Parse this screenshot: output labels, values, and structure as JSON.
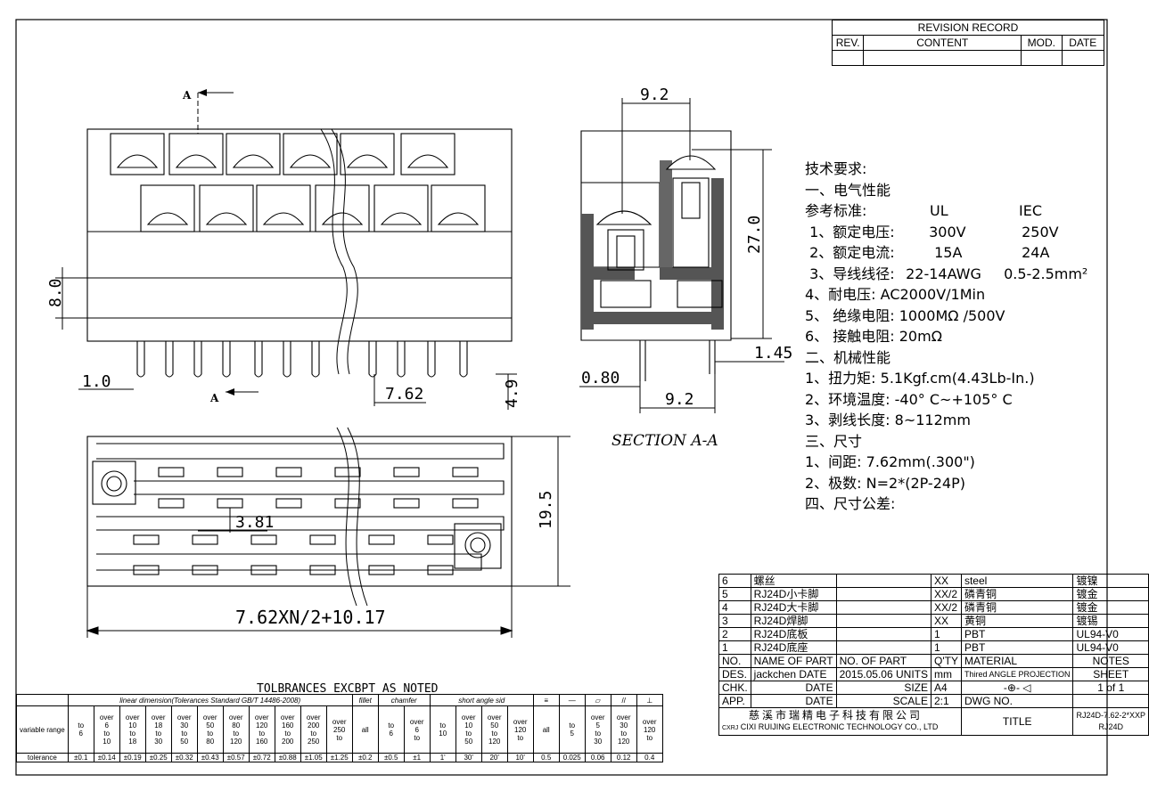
{
  "revision": {
    "title": "REVISION RECORD",
    "headers": [
      "REV.",
      "CONTENT",
      "MOD.",
      "DATE"
    ]
  },
  "views": {
    "section_marker": "A",
    "section_title": "SECTION A-A"
  },
  "dimensions": {
    "front_height": "8.0",
    "pin_width": "1.0",
    "pitch": "7.62",
    "pin_length": "4.9",
    "bottom_offset": "3.81",
    "bottom_height": "19.5",
    "bottom_length": "7.62XN/2+10.17",
    "side_width": "9.2",
    "side_height": "27.0",
    "side_pin_width": "0.80",
    "side_pin_offset": "9.2",
    "side_pin_thickness": "1.45"
  },
  "requirements": {
    "heading": "技术要求:",
    "electrical": "一、电气性能",
    "reference": "参考标准:",
    "ul": "UL",
    "iec": "IEC",
    "r1_label": "1、额定电压:",
    "r1_ul": "300V",
    "r1_iec": "250V",
    "r2_label": "2、额定电流:",
    "r2_ul": "15A",
    "r2_iec": "24A",
    "r3_label": "3、导线线径:",
    "r3_ul": "22-14AWG",
    "r3_iec": "0.5-2.5mm²",
    "r4": "4、耐电压:    AC2000V/1Min",
    "r5": "5、 绝缘电阻: 1000MΩ /500V",
    "r6": "6、 接触电阻: 20mΩ",
    "mechanical": "二、机械性能",
    "m1": "1、扭力矩:   5.1Kgf.cm(4.43Lb-In.)",
    "m2": "2、环境温度: -40° C~+105° C",
    "m3": "3、剥线长度: 8~112mm",
    "size": "三、尺寸",
    "s1": "1、间距: 7.62mm(.300\")",
    "s2": "2、极数: N=2*(2P-24P)",
    "tolerance": "四、尺寸公差:"
  },
  "bom": [
    {
      "no": "6",
      "name": "螺丝",
      "qty": "XX",
      "material": "steel",
      "notes": "镀镍"
    },
    {
      "no": "5",
      "name": "RJ24D小卡脚",
      "qty": "XX/2",
      "material": "磷青铜",
      "notes": "镀金"
    },
    {
      "no": "4",
      "name": "RJ24D大卡脚",
      "qty": "XX/2",
      "material": "磷青铜",
      "notes": "镀金"
    },
    {
      "no": "3",
      "name": "RJ24D焊脚",
      "qty": "XX",
      "material": "黄铜",
      "notes": "镀锡"
    },
    {
      "no": "2",
      "name": "RJ24D底板",
      "qty": "1",
      "material": "PBT",
      "notes": "UL94-V0"
    },
    {
      "no": "1",
      "name": "RJ24D底座",
      "qty": "1",
      "material": "PBT",
      "notes": "UL94-V0"
    }
  ],
  "titleblock": {
    "h_no": "NO.",
    "h_name": "NAME OF PART",
    "h_no_of": "NO. OF PART",
    "h_qty": "Q'TY",
    "h_material": "MATERIAL",
    "h_notes": "NOTES",
    "des": "DES.",
    "designer": "jackchen",
    "date_label": "DATE",
    "date": "2015.05.06",
    "units_label": "UNITS",
    "units": "mm",
    "projection": "Thired ANGLE PROJECTION",
    "sheet_label": "SHEET",
    "chk": "CHK.",
    "size_label": "SIZE",
    "size": "A4",
    "sheet": "1 of 1",
    "app": "APP.",
    "scale_label": "SCALE",
    "scale": "2:1",
    "dwg_label": "DWG NO.",
    "company_cn": "慈溪市瑞精电子科技有限公司",
    "company_en": "CIXI RUIJING ELECTRONIC TECHNOLOGY CO., LTD",
    "logo_text": "CXRJ",
    "title_label": "TITLE",
    "part_no": "RJ24D-7.62-2*XXP",
    "part_short": "RJ24D"
  },
  "tolerance": {
    "title": "TOLBRANCES EXCBPT AS NOTED",
    "linear": "linear dimension(Tolerances Standard GB/T 14486-2008)",
    "fillet": "fillet",
    "chamfer": "chamfer",
    "angle": "short angle sid",
    "row_variable": "variable range",
    "row_tolerance": "tolerance",
    "ranges": [
      "to 6",
      "over 6 to 10",
      "over 10 to 18",
      "over 18 to 30",
      "over 30 to 50",
      "over 50 to 80",
      "over 80 to 120",
      "over 120 to 160",
      "over 160 to 200",
      "over 200 to 250",
      "over 250 to",
      "all",
      "to 6",
      "over 6 to",
      "to 10",
      "over 10 to 50",
      "over 50 to 120",
      "over 120 to",
      "all",
      "to 5",
      "over 5 to 30",
      "over 30 to 120",
      "over 120 to"
    ],
    "values": [
      "±0.1",
      "±0.14",
      "±0.19",
      "±0.25",
      "±0.32",
      "±0.43",
      "±0.57",
      "±0.72",
      "±0.88",
      "±1.05",
      "±1.25",
      "±0.2",
      "±0.5",
      "±1",
      "1'",
      "30'",
      "20'",
      "10'",
      "0.5",
      "0.025",
      "0.06",
      "0.12",
      "0.4"
    ]
  }
}
